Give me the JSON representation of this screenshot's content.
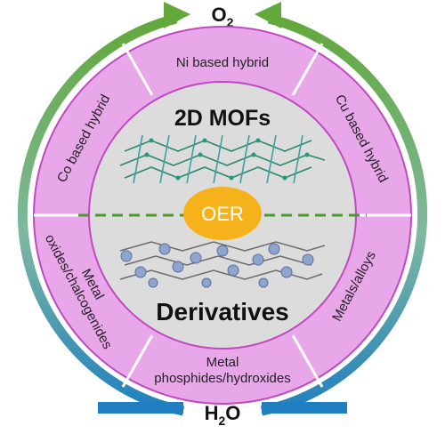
{
  "colors": {
    "ring_fill": "#e8a7e8",
    "ring_stroke": "#c048c0",
    "core_fill": "#dcdcdc",
    "arrow_green": "#62a83a",
    "arrow_blue": "#1f7fc0",
    "oer_fill": "#f5b21a",
    "dash": "#4c9a2e"
  },
  "top_label": {
    "main": "O",
    "sub": "2"
  },
  "bottom_label": {
    "main": "H",
    "sub": "2",
    "tail": "O"
  },
  "core": {
    "title_top": "2D MOFs",
    "center": "OER",
    "title_bottom": "Derivatives"
  },
  "segments": {
    "ni": [
      "Ni based hybrid"
    ],
    "cu": [
      "Cu based hybrid"
    ],
    "co": [
      "Co based hybrid"
    ],
    "metals": [
      "Metals/alloys"
    ],
    "oxides": [
      "Metal",
      "oxides/chalcogenides"
    ],
    "phosphides": [
      "Metal",
      "phosphides/hydroxides"
    ]
  }
}
